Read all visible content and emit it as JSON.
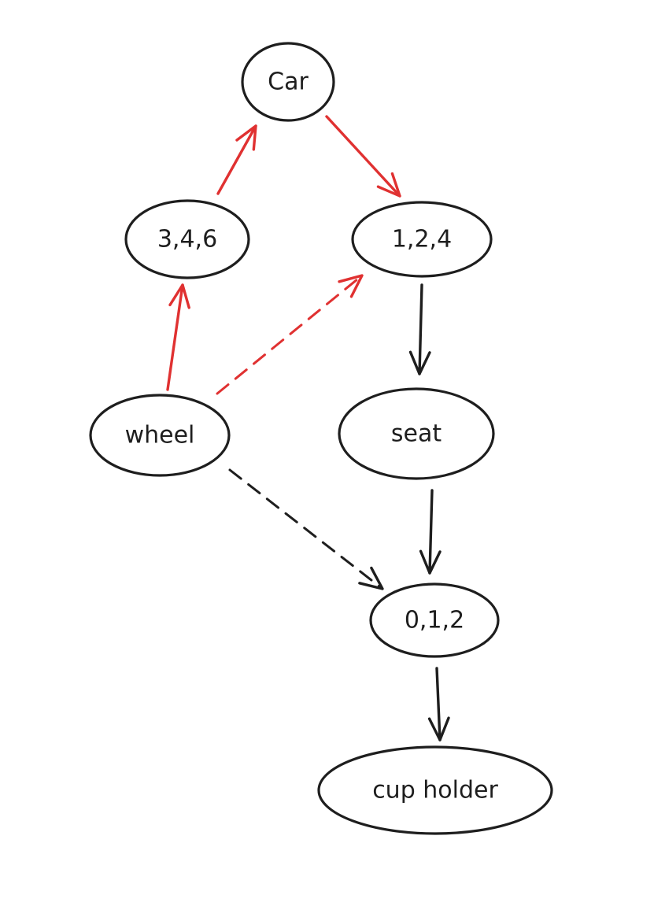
{
  "colors": {
    "highlight": "#e03131",
    "default": "#1e1e1e"
  },
  "nodes": [
    {
      "id": "car",
      "label": "Car"
    },
    {
      "id": "n346",
      "label": "3,4,6"
    },
    {
      "id": "n124",
      "label": "1,2,4"
    },
    {
      "id": "wheel",
      "label": "wheel"
    },
    {
      "id": "seat",
      "label": "seat"
    },
    {
      "id": "n012",
      "label": "0,1,2"
    },
    {
      "id": "cupholder",
      "label": "cup holder"
    }
  ],
  "edges": [
    {
      "from": "n346",
      "to": "car",
      "style": "solid",
      "color": "highlight"
    },
    {
      "from": "car",
      "to": "n124",
      "style": "solid",
      "color": "highlight"
    },
    {
      "from": "wheel",
      "to": "n346",
      "style": "solid",
      "color": "highlight"
    },
    {
      "from": "wheel",
      "to": "n124",
      "style": "dashed",
      "color": "highlight"
    },
    {
      "from": "n124",
      "to": "seat",
      "style": "solid",
      "color": "default"
    },
    {
      "from": "seat",
      "to": "n012",
      "style": "solid",
      "color": "default"
    },
    {
      "from": "wheel",
      "to": "n012",
      "style": "dashed",
      "color": "default"
    },
    {
      "from": "n012",
      "to": "cupholder",
      "style": "solid",
      "color": "default"
    }
  ]
}
